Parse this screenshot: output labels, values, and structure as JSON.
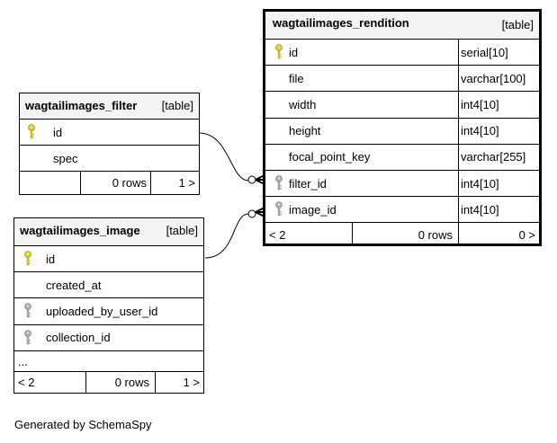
{
  "tables": {
    "rendition": {
      "name": "wagtailimages_rendition",
      "tag": "[table]",
      "columns": [
        {
          "name": "id",
          "type": "serial[10]",
          "key": "primary"
        },
        {
          "name": "file",
          "type": "varchar[100]",
          "key": "none"
        },
        {
          "name": "width",
          "type": "int4[10]",
          "key": "none"
        },
        {
          "name": "height",
          "type": "int4[10]",
          "key": "none"
        },
        {
          "name": "focal_point_key",
          "type": "varchar[255]",
          "key": "none"
        },
        {
          "name": "filter_id",
          "type": "int4[10]",
          "key": "foreign"
        },
        {
          "name": "image_id",
          "type": "int4[10]",
          "key": "foreign"
        }
      ],
      "footer": {
        "parents": "< 2",
        "rows": "0 rows",
        "children": "0 >"
      }
    },
    "filter": {
      "name": "wagtailimages_filter",
      "tag": "[table]",
      "columns": [
        {
          "name": "id",
          "key": "primary"
        },
        {
          "name": "spec",
          "key": "none"
        }
      ],
      "footer": {
        "parents": "",
        "rows": "0 rows",
        "children": "1 >"
      }
    },
    "image": {
      "name": "wagtailimages_image",
      "tag": "[table]",
      "columns": [
        {
          "name": "id",
          "key": "primary"
        },
        {
          "name": "created_at",
          "key": "none"
        },
        {
          "name": "uploaded_by_user_id",
          "key": "foreign"
        },
        {
          "name": "collection_id",
          "key": "foreign"
        }
      ],
      "ellipsis": "...",
      "footer": {
        "parents": "< 2",
        "rows": "0 rows",
        "children": "1 >"
      }
    }
  },
  "colors": {
    "primary_key": "#e6d200",
    "foreign_key": "#b0b0b0",
    "header_bg": "#f4f4f4"
  },
  "footer_text": "Generated by SchemaSpy"
}
